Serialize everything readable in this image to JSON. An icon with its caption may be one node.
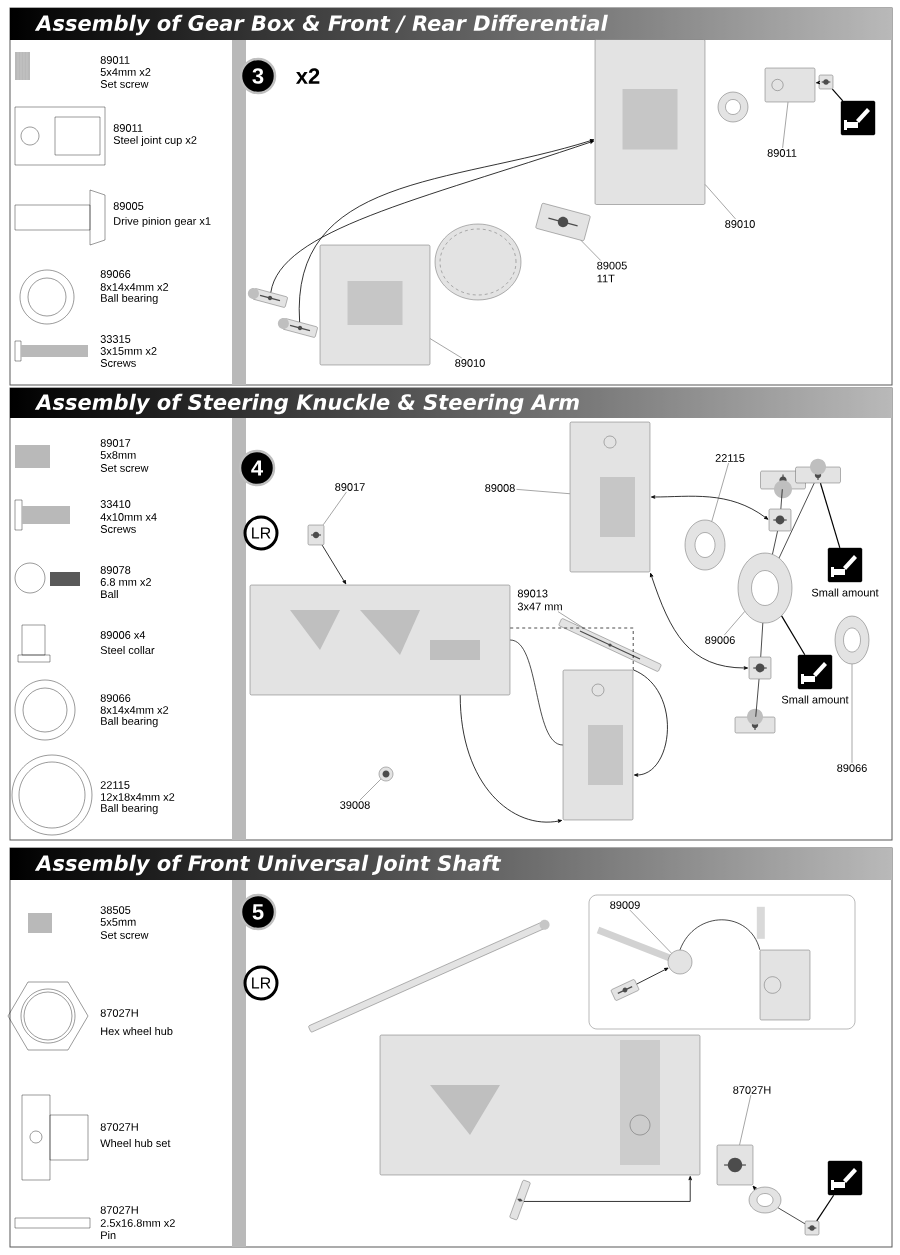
{
  "diagram": {
    "nodes": [
      {
        "text": [
          "Assembly of Gear Box & Front / Rear Differential"
        ]
      },
      {
        "text": [
          "Assembly of Steering Knuckle & Steering Arm"
        ]
      },
      {
        "text": [
          "Assembly of Front Universal Joint Shaft"
        ]
      },
      {
        "text": [],
        "shape": "picture",
        "in": 0
      },
      {
        "text": [],
        "shape": "picture",
        "in": 0
      },
      {
        "text": [],
        "shape": "picture",
        "in": 0
      },
      {
        "text": [],
        "shape": "picture",
        "in": 0
      },
      {
        "text": [],
        "shape": "picture",
        "in": 0
      },
      {
        "text": [],
        "shape": "picture",
        "in": 0
      },
      {
        "text": [],
        "shape": "picture",
        "in": 0
      },
      {
        "text": [],
        "shape": "picture",
        "in": 0
      },
      {
        "text": [],
        "shape": "picture",
        "in": 0
      },
      {
        "text": [],
        "shape": "picture",
        "in": 0
      },
      {
        "text": [
          "89011"
        ],
        "in": 0
      },
      {
        "text": [
          "89010"
        ],
        "in": 0
      },
      {
        "text": [
          "89005",
          "11T"
        ],
        "in": 0
      },
      {
        "text": [
          "89010"
        ],
        "in": 0
      },
      {
        "text": [],
        "shape": "picture",
        "in": 1
      },
      {
        "text": [],
        "shape": "picture",
        "in": 1
      },
      {
        "text": [],
        "shape": "picture",
        "in": 1
      },
      {
        "text": [],
        "shape": "picture",
        "in": 1
      },
      {
        "text": [],
        "shape": "picture",
        "in": 1
      },
      {
        "text": [],
        "shape": "picture",
        "in": 1
      },
      {
        "text": [],
        "shape": "picture",
        "in": 1
      },
      {
        "text": [],
        "shape": "picture",
        "in": 1
      },
      {
        "text": [],
        "shape": "picture",
        "in": 1,
        "beside": [
          "Small amount"
        ]
      },
      {
        "text": [],
        "shape": "picture",
        "in": 1
      },
      {
        "text": [],
        "shape": "picture",
        "in": 1
      },
      {
        "text": [],
        "shape": "picture",
        "in": 1
      },
      {
        "text": [],
        "shape": "picture",
        "in": 1,
        "beside": [
          "Small amount"
        ]
      },
      {
        "text": [],
        "shape": "picture",
        "in": 1
      },
      {
        "text": [],
        "shape": "picture",
        "in": 1
      },
      {
        "text": [],
        "shape": "picture",
        "in": 1
      },
      {
        "text": [
          "89017"
        ],
        "in": 1
      },
      {
        "text": [
          "22115"
        ],
        "in": 1
      },
      {
        "text": [
          "89008"
        ],
        "in": 1
      },
      {
        "text": [
          "89013",
          "3x47 mm"
        ],
        "in": 1
      },
      {
        "text": [
          "89006"
        ],
        "in": 1
      },
      {
        "text": [
          "89066"
        ],
        "in": 1
      },
      {
        "text": [
          "39008"
        ],
        "in": 1
      },
      {
        "text": [],
        "shape": "box",
        "in": 2
      },
      {
        "text": [],
        "shape": "picture",
        "in": 40
      },
      {
        "text": [],
        "shape": "picture",
        "in": 40
      },
      {
        "text": [],
        "shape": "picture",
        "in": 40
      },
      {
        "text": [
          "89009"
        ],
        "in": 40
      },
      {
        "text": [],
        "shape": "picture",
        "in": 2
      },
      {
        "text": [],
        "shape": "picture",
        "in": 2
      },
      {
        "text": [],
        "shape": "picture",
        "in": 2
      },
      {
        "text": [],
        "shape": "picture",
        "in": 2
      },
      {
        "text": [],
        "shape": "picture",
        "in": 2
      },
      {
        "text": [],
        "shape": "picture",
        "in": 2
      },
      {
        "text": [
          "87027H"
        ],
        "in": 2
      },
      {
        "text": [],
        "shape": "picture",
        "in": 2
      }
    ],
    "edges": [
      {
        "from": 3,
        "to": 8,
        "arrow": "to"
      },
      {
        "from": 4,
        "to": 8,
        "arrow": "to"
      },
      {
        "from": 11,
        "to": 10,
        "arrow": "to"
      },
      {
        "from": 12,
        "to": 11,
        "arrow": "none"
      },
      {
        "from": 13,
        "to": 10,
        "arrow": "none"
      },
      {
        "from": 14,
        "to": 8,
        "arrow": "none"
      },
      {
        "from": 15,
        "to": 7,
        "arrow": "none"
      },
      {
        "from": 16,
        "to": 5,
        "arrow": "none"
      },
      {
        "from": 17,
        "to": 18,
        "arrow": "to"
      },
      {
        "from": 23,
        "to": 19,
        "arrow": "both"
      },
      {
        "from": 28,
        "to": 19,
        "arrow": "both"
      },
      {
        "from": 18,
        "to": 27,
        "arrow": "to"
      },
      {
        "from": 18,
        "to": 27,
        "arrow": "none"
      },
      {
        "from": 27,
        "to": 27,
        "arrow": "to"
      },
      {
        "from": 18,
        "to": 27,
        "arrow": "none",
        "style": "dashed"
      },
      {
        "from": 21,
        "to": 23,
        "arrow": "none"
      },
      {
        "from": 22,
        "to": 24,
        "arrow": "none"
      },
      {
        "from": 23,
        "to": 24,
        "arrow": "none"
      },
      {
        "from": 28,
        "to": 24,
        "arrow": "none"
      },
      {
        "from": 30,
        "to": 28,
        "arrow": "none"
      },
      {
        "from": 25,
        "to": 22,
        "arrow": "none"
      },
      {
        "from": 29,
        "to": 24,
        "arrow": "none"
      },
      {
        "from": 33,
        "to": 17,
        "arrow": "none"
      },
      {
        "from": 34,
        "to": 20,
        "arrow": "none"
      },
      {
        "from": 35,
        "to": 19,
        "arrow": "none"
      },
      {
        "from": 36,
        "to": 26,
        "arrow": "none"
      },
      {
        "from": 37,
        "to": 24,
        "arrow": "none"
      },
      {
        "from": 38,
        "to": 31,
        "arrow": "none"
      },
      {
        "from": 39,
        "to": 32,
        "arrow": "none"
      },
      {
        "from": 42,
        "to": 41,
        "arrow": "to"
      },
      {
        "from": 41,
        "to": 43,
        "arrow": "none"
      },
      {
        "from": 44,
        "to": 41,
        "arrow": "none"
      },
      {
        "from": 46,
        "to": 45,
        "arrow": "to"
      },
      {
        "from": 48,
        "to": 47,
        "arrow": "to"
      },
      {
        "from": 49,
        "to": 48,
        "arrow": "none"
      },
      {
        "from": 50,
        "to": 49,
        "arrow": "none"
      },
      {
        "from": 51,
        "to": 47,
        "arrow": "none"
      }
    ],
    "labels": [
      "89011",
      "5x4mm x2",
      "Set screw",
      "89011",
      "Steel joint cup x2",
      "89005",
      "Drive pinion gear x1",
      "89066",
      "8x14x4mm x2",
      "Ball bearing",
      "33315",
      "3x15mm x2",
      "Screws",
      "3",
      "x2",
      "89017",
      "5x8mm",
      "Set screw",
      "33410",
      "4x10mm x4",
      "Screws",
      "89078",
      "6.8 mm x2",
      "Ball",
      "89006 x4",
      "Steel collar",
      "89066",
      "8x14x4mm x2",
      "Ball bearing",
      "22115",
      "12x18x4mm x2",
      "Ball bearing",
      "4",
      "LR",
      "38505",
      "5x5mm",
      "Set screw",
      "87027H",
      "Hex wheel hub",
      "87027H",
      "Wheel hub set",
      "87027H",
      "2.5x16.8mm x2",
      "Pin",
      "5",
      "LR"
    ]
  }
}
